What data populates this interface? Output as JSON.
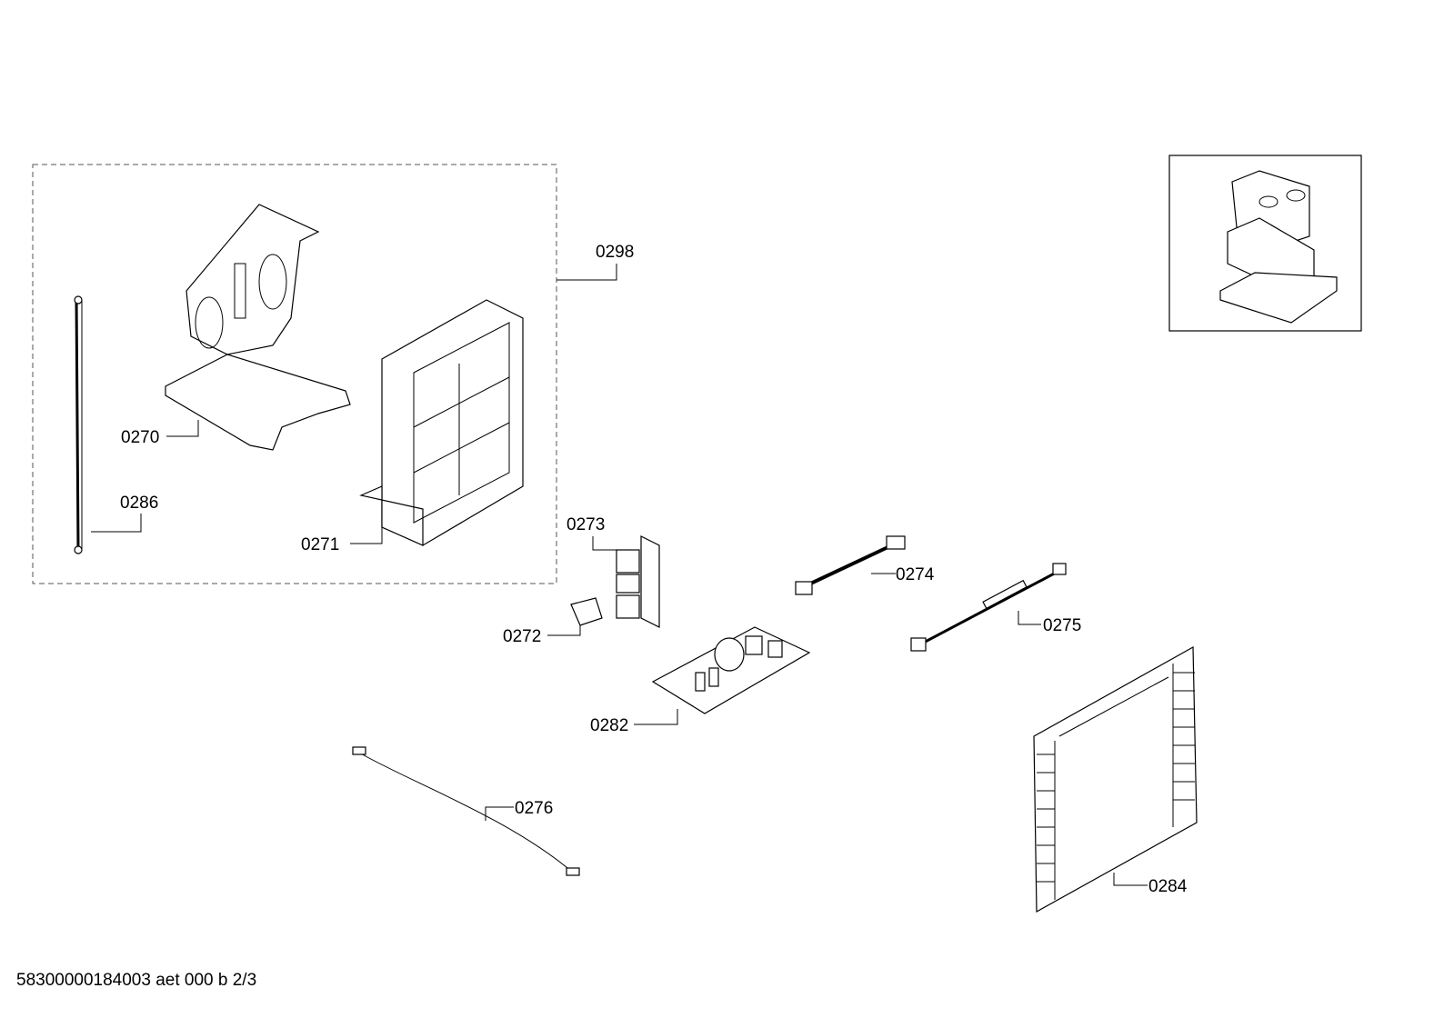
{
  "diagram": {
    "group_label": "0298",
    "parts": [
      {
        "id": "0270"
      },
      {
        "id": "0286"
      },
      {
        "id": "0271"
      },
      {
        "id": "0273"
      },
      {
        "id": "0272"
      },
      {
        "id": "0274"
      },
      {
        "id": "0275"
      },
      {
        "id": "0282"
      },
      {
        "id": "0276"
      },
      {
        "id": "0284"
      }
    ]
  },
  "footer": {
    "text": "58300000184003 aet 000 b 2/3"
  }
}
